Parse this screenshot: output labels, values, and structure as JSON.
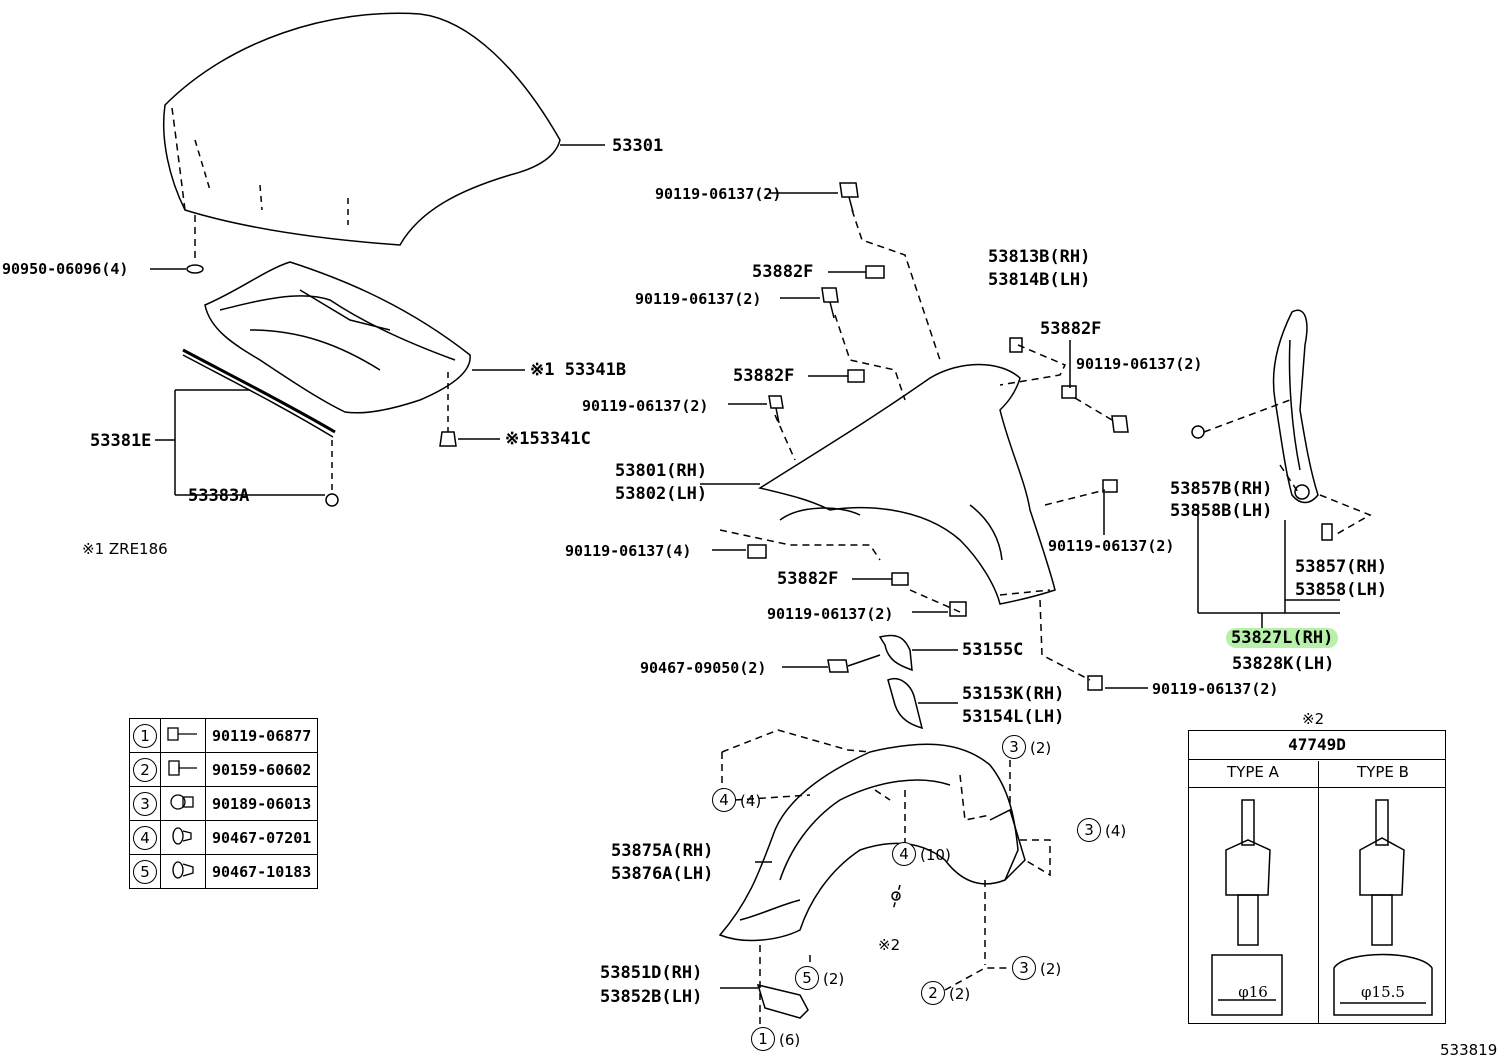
{
  "labels": {
    "hood": "53301",
    "hood_bolt_a": "90119-06137(2)",
    "hood_grommet": "90950-06096(4)",
    "insulator": "※1 53341B",
    "insulator_clip": "※153341C",
    "seal": "53381E",
    "seal_retainer": "53383A",
    "note1": "※1  ZRE186",
    "bracket_a": "53882F",
    "bolt_b": "90119-06137(2)",
    "bracket_b": "53882F",
    "bolt_c": "90119-06137(2)",
    "fender_rh": "53801(RH)",
    "fender_lh": "53802(LH)",
    "bolt_d": "90119-06137(4)",
    "bracket_c": "53882F",
    "bolt_e": "90119-06137(2)",
    "stay_rh": "53813B(RH)",
    "stay_lh": "53814B(LH)",
    "bracket_d": "53882F",
    "bolt_f": "90119-06137(2)",
    "bolt_g": "90119-06137(2)",
    "cover_a_rh": "53857B(RH)",
    "cover_a_lh": "53858B(LH)",
    "cover_b_rh": "53857(RH)",
    "cover_b_lh": "53858(LH)",
    "assy_rh": "53827L(RH)",
    "assy_lh": "53828K(LH)",
    "pad": "53155C",
    "clip_a": "90467-09050(2)",
    "bolt_h": "90119-06137(2)",
    "seal_rh": "53153K(RH)",
    "seal_lh": "53154L(LH)",
    "liner_rh": "53875A(RH)",
    "liner_lh": "53876A(LH)",
    "mud_rh": "53851D(RH)",
    "mud_lh": "53852B(LH)",
    "note2_mark": "※2",
    "note2_inline": "※2",
    "diagram_id": "533819"
  },
  "callouts": [
    {
      "n": "4",
      "qty": "(4)"
    },
    {
      "n": "3",
      "qty": "(2)"
    },
    {
      "n": "3",
      "qty": "(4)"
    },
    {
      "n": "4",
      "qty": "(10)"
    },
    {
      "n": "5",
      "qty": "(2)"
    },
    {
      "n": "3",
      "qty": "(2)"
    },
    {
      "n": "2",
      "qty": "(2)"
    },
    {
      "n": "1",
      "qty": "(6)"
    }
  ],
  "legend": [
    {
      "n": "1",
      "part": "90119-06877",
      "icon": "bolt-icon"
    },
    {
      "n": "2",
      "part": "90159-60602",
      "icon": "flange-bolt-icon"
    },
    {
      "n": "3",
      "part": "90189-06013",
      "icon": "nut-icon"
    },
    {
      "n": "4",
      "part": "90467-07201",
      "icon": "clip-icon"
    },
    {
      "n": "5",
      "part": "90467-10183",
      "icon": "clip-icon"
    }
  ],
  "clip_box": {
    "title": "47749D",
    "type_a": "TYPE  A",
    "type_b": "TYPE  B",
    "dim_a": "φ16",
    "dim_b": "φ15.5"
  },
  "highlight_color": "#b7f0a8"
}
